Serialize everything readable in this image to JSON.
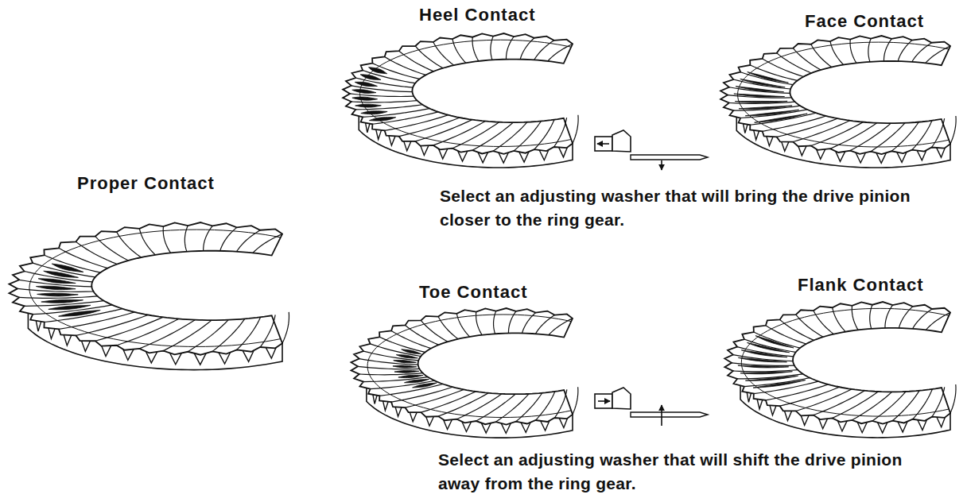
{
  "diagram": {
    "labels": [
      "Heel Contact",
      "Face Contact",
      "Proper Contact",
      "Select an adjusting washer that will bring the drive pinion closer to the ring gear.",
      "Toe Contact",
      "Flank Contact",
      "Select an adjusting washer that will shift the drive pinion away from the ring gear."
    ]
  }
}
